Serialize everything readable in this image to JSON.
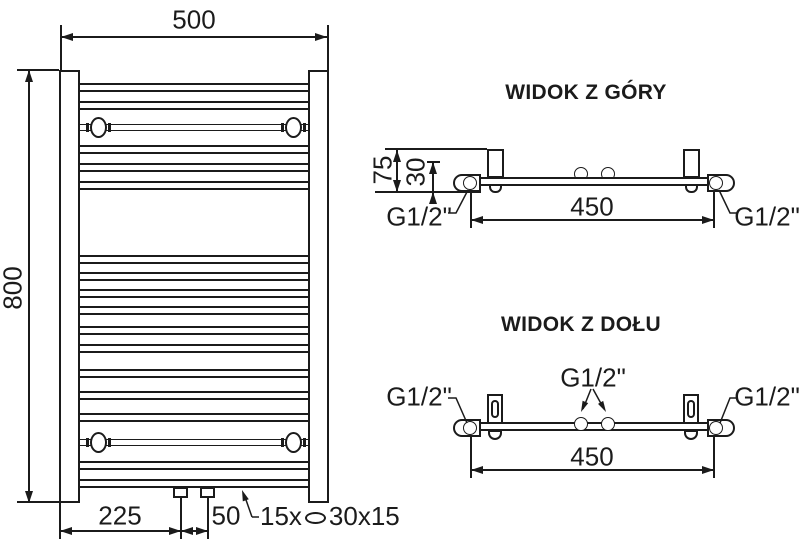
{
  "front_view": {
    "width": "500",
    "height": "800",
    "bottom_left_offset": "225",
    "pipe_spacing": "50",
    "tube_count": "15x",
    "tube_profile": "30x15"
  },
  "top_view": {
    "title": "WIDOK Z GÓRY",
    "depth": "75",
    "bracket_depth": "30",
    "bracket_spacing": "450",
    "left_connection": "G1/2\"",
    "right_connection": "G1/2\""
  },
  "bottom_view": {
    "title": "WIDOK Z DOŁU",
    "left_connection": "G1/2\"",
    "center_connection": "G1/2\"",
    "right_connection": "G1/2\"",
    "bracket_spacing": "450"
  },
  "colors": {
    "line": "#1b1b1b",
    "background": "#ffffff"
  }
}
